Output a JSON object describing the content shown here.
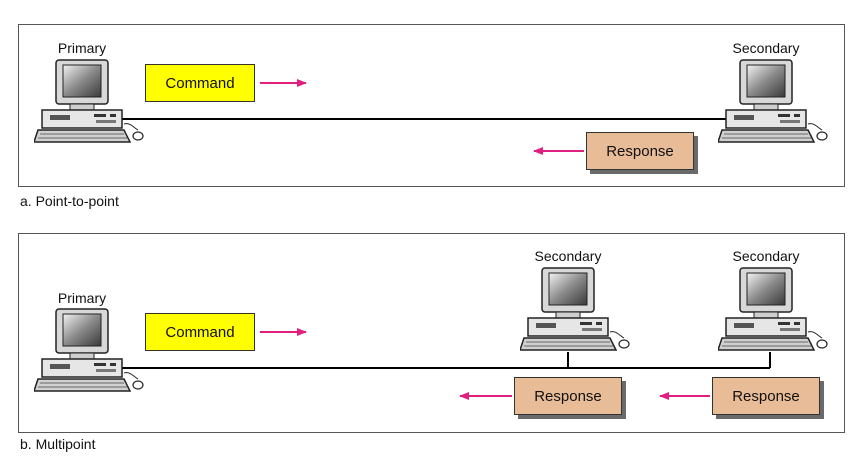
{
  "captions": {
    "point_to_point": "a. Point-to-point",
    "multipoint": "b. Multipoint"
  },
  "stations": {
    "primary": "Primary",
    "secondary": "Secondary"
  },
  "messages": {
    "command": "Command",
    "response": "Response"
  },
  "colors": {
    "command_box": "#ffff00",
    "response_box": "#e8bc96",
    "arrow": "#e0207e",
    "line": "#000000"
  },
  "icons": {
    "computer": "computer-icon",
    "arrow": "arrow-icon"
  }
}
